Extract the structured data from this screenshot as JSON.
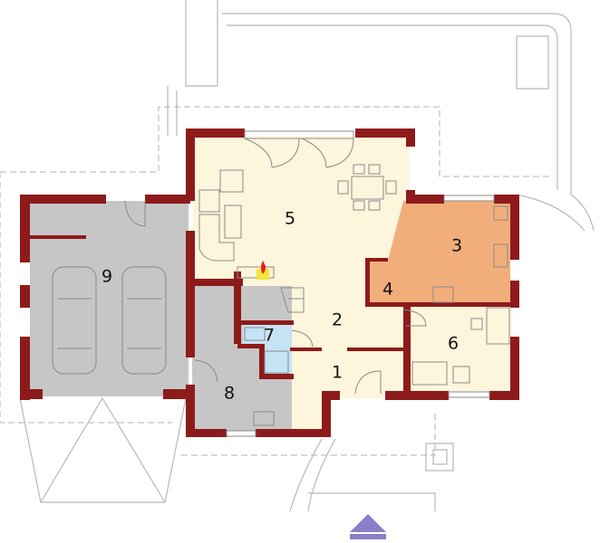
{
  "colors": {
    "wall": "#8e1b1b",
    "living_floor": "#fdf5dc",
    "kitchen_floor": "#f2ae7a",
    "bathroom_floor": "#c5e3f5",
    "utility_floor": "#c6c6c6",
    "entrance_arrow": "#8a80c8",
    "fireplace": "#f5e43a",
    "flame": "#e02020"
  },
  "rooms": [
    {
      "number": "1"
    },
    {
      "number": "2"
    },
    {
      "number": "3"
    },
    {
      "number": "4"
    },
    {
      "number": "5"
    },
    {
      "number": "6"
    },
    {
      "number": "7"
    },
    {
      "number": "8"
    },
    {
      "number": "9"
    }
  ],
  "icons": [
    "fireplace-icon",
    "car-icon",
    "entrance-arrow-icon"
  ]
}
